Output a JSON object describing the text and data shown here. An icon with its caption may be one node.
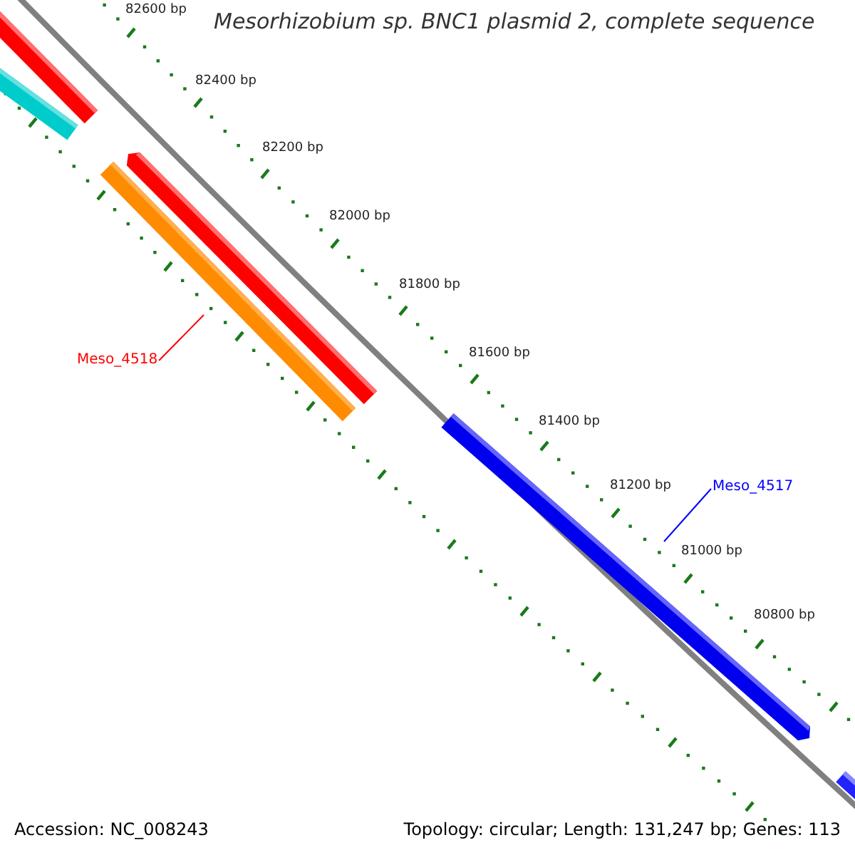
{
  "diagram": {
    "title": "Mesorhizobium sp. BNC1 plasmid 2, complete sequence",
    "nodes": [
      {
        "text": [
          "Meso_4518"
        ]
      },
      {
        "text": [],
        "shape": "bar"
      },
      {
        "text": [
          "Meso_4517"
        ]
      },
      {
        "text": [],
        "shape": "bar"
      }
    ],
    "edges": [
      {
        "from": 0,
        "to": 1,
        "arrow": "none",
        "color": "#ff0000"
      },
      {
        "from": 2,
        "to": 3,
        "arrow": "none",
        "color": "#0000ff"
      }
    ],
    "labels": [
      "82600 bp",
      "82400 bp",
      "82200 bp",
      "82000 bp",
      "81800 bp",
      "81600 bp",
      "81400 bp",
      "81200 bp",
      "81000 bp",
      "80800 bp",
      "Accession: NC_008243",
      "Topology: circular; Length: 131,247 bp; Genes: 113"
    ]
  }
}
